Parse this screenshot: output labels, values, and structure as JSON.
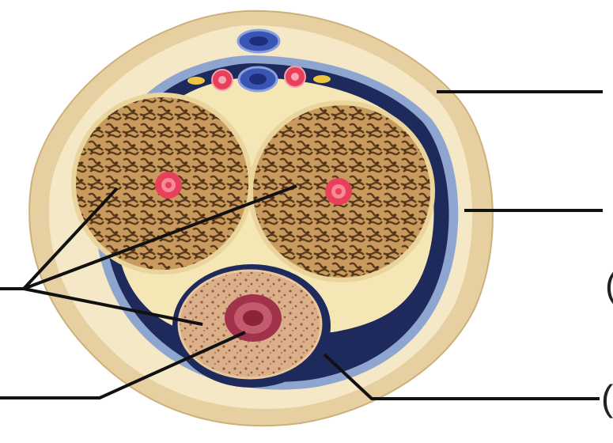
{
  "diagram": {
    "structures": [
      {
        "key": "outer_skin",
        "label": ""
      },
      {
        "key": "fascia",
        "label": ""
      },
      {
        "key": "tunica_albuginea",
        "label": ""
      },
      {
        "key": "corpora_cavernosa",
        "label": ""
      },
      {
        "key": "corpus_spongiosum",
        "label": ""
      },
      {
        "key": "urethra",
        "label": ""
      },
      {
        "key": "deep_arteries",
        "label": ""
      },
      {
        "key": "dorsal_vein",
        "label": ""
      },
      {
        "key": "dorsal_arteries",
        "label": ""
      },
      {
        "key": "dorsal_nerves",
        "label": ""
      }
    ],
    "label_lines": 5,
    "cropped_text": {
      "right_top": "",
      "right_middle": "(",
      "right_bottom": "("
    }
  },
  "colors": {
    "skin": "#e8d2a4",
    "fascia": "#f3e7c4",
    "deep_fascia": "#1e2a5c",
    "albuginea": "#8da4cc",
    "cavernosum": "#b08350",
    "spongiosum": "#caa27c",
    "artery": "#e8405a",
    "vein": "#3a56b4",
    "nerve": "#f0c640",
    "leader": "#111111"
  }
}
